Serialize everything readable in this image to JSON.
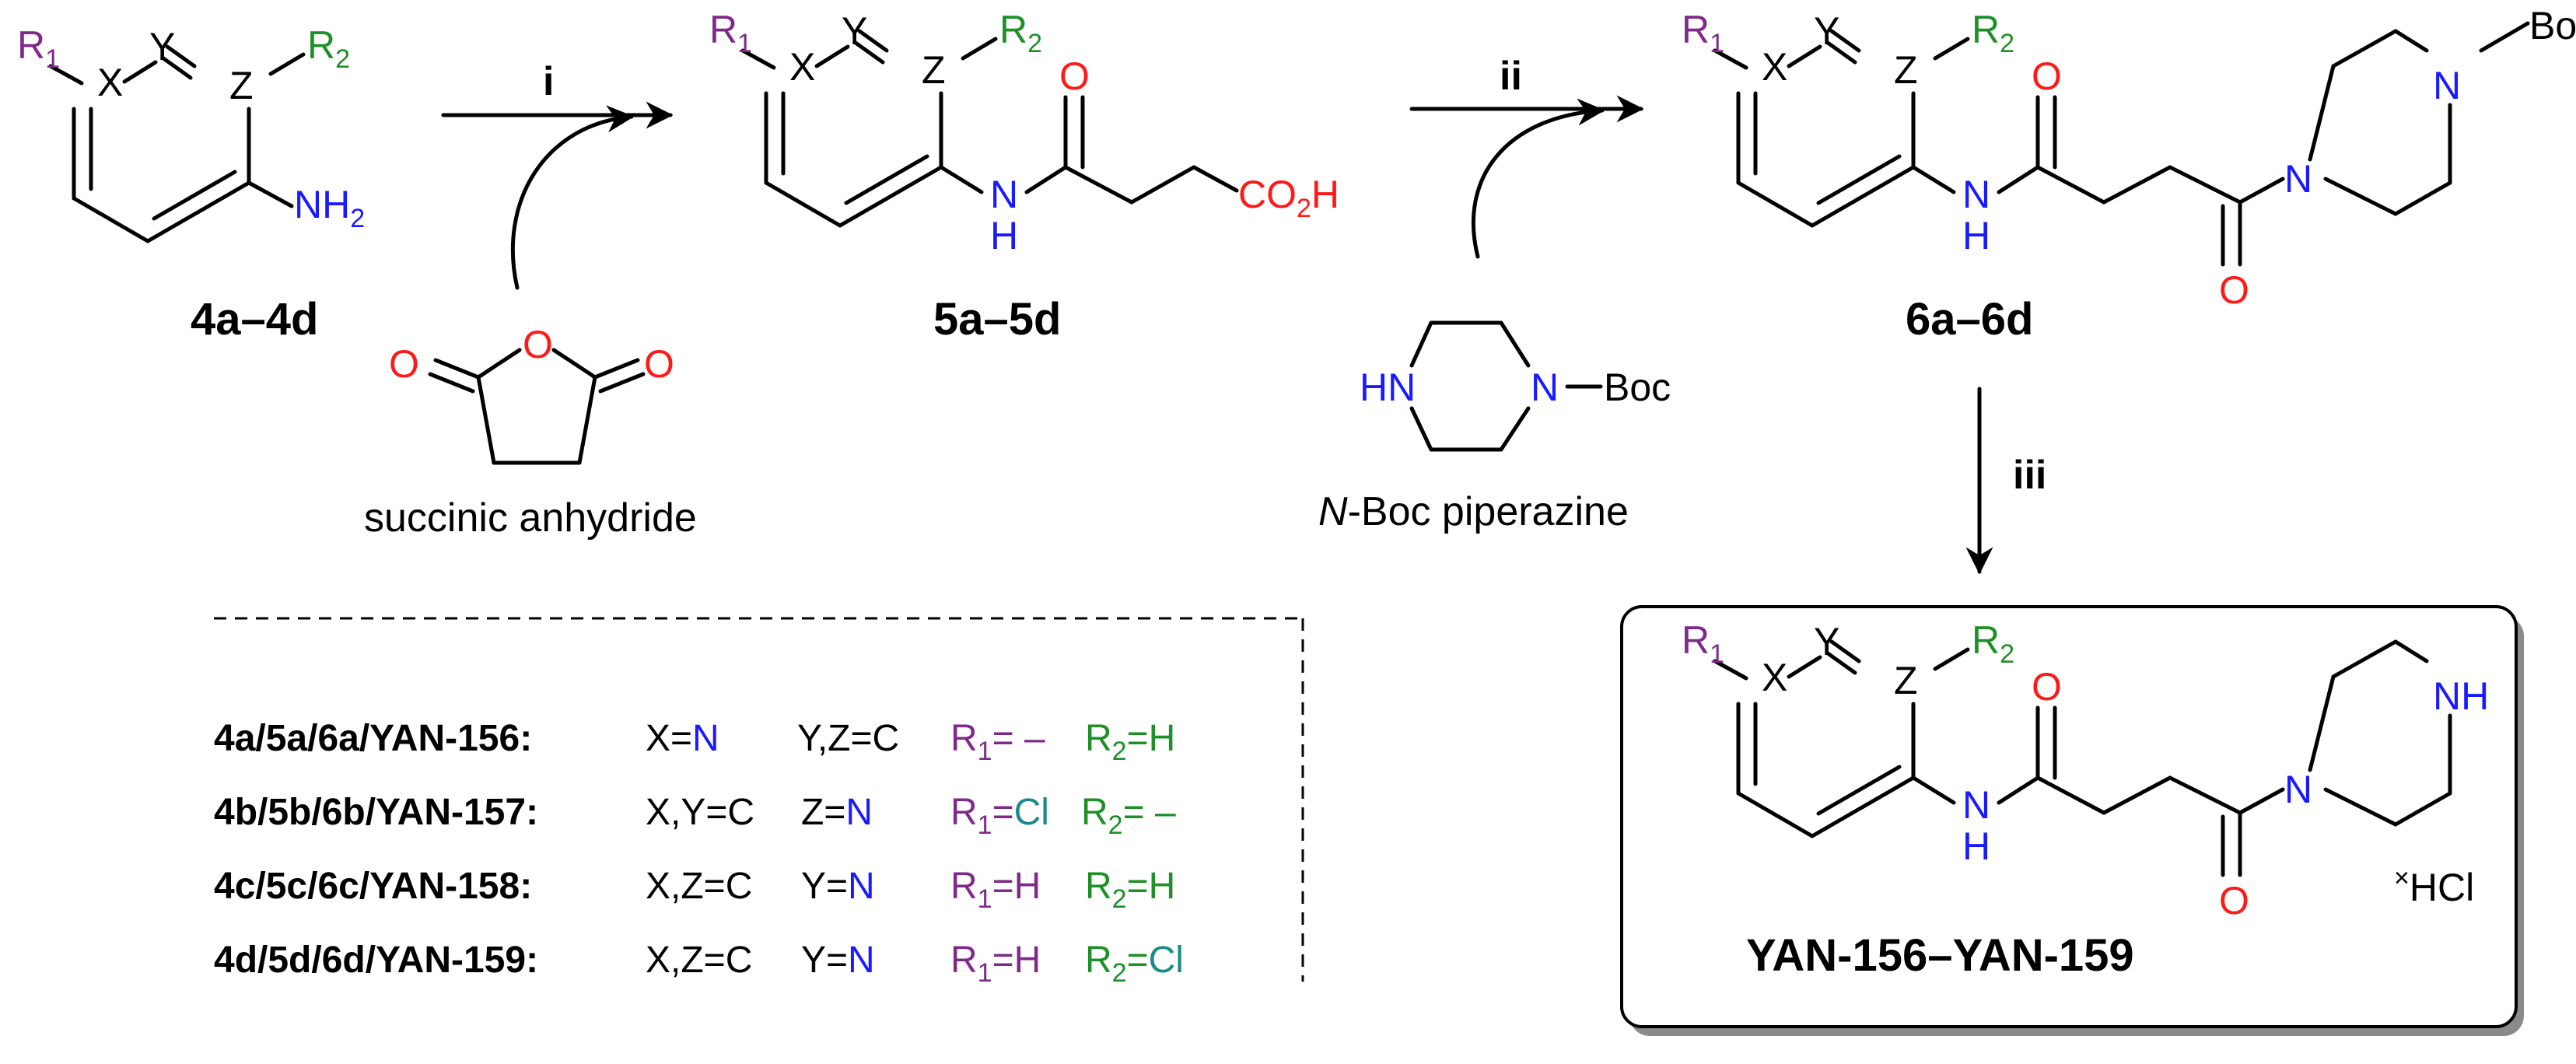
{
  "colors": {
    "black": "#000000",
    "purple": "#7f2a8a",
    "green": "#1f8f28",
    "blue": "#1a1aff",
    "red": "#ff1a1a",
    "teal": "#1a8a8a"
  },
  "atoms": {
    "R": "R",
    "r1_sub": "1",
    "r2_sub": "2",
    "X": "X",
    "Y": "Y",
    "Z": "Z",
    "N": "N",
    "H": "H",
    "NH": "NH",
    "HN": "HN",
    "NH2": "NH",
    "sub2": "2",
    "O": "O",
    "CO": "CO",
    "OH_H": "H",
    "Boc": "Boc",
    "HCl_x": "×",
    "HCl": "HCl"
  },
  "compounds": {
    "c4": "4a–4d",
    "c5": "5a–5d",
    "c6": "6a–6d",
    "final": "YAN-156–YAN-159"
  },
  "steps": {
    "i": "i",
    "ii": "ii",
    "iii": "iii"
  },
  "reagents": {
    "anhydride": "succinic anhydride",
    "piperazine_italic": "N",
    "piperazine_rest": "-Boc piperazine"
  },
  "table": {
    "rows": [
      {
        "id": "4a/5a/6a/YAN-156",
        "colon": ":",
        "x_text": "X=",
        "x_n": "N",
        "yz_text": "Y,Z=C",
        "yz_n": "",
        "r1_val": "= –",
        "r1_cl": "",
        "r2_val": "=H",
        "r2_cl": ""
      },
      {
        "id": "4b/5b/6b/YAN-157",
        "colon": ":",
        "x_text": "X,Y=C",
        "x_n": "",
        "yz_text": "Z=",
        "yz_n": "N",
        "r1_val": "=",
        "r1_cl": "Cl",
        "r2_val": "= –",
        "r2_cl": ""
      },
      {
        "id": "4c/5c/6c/YAN-158",
        "colon": ":",
        "x_text": "X,Z=C",
        "x_n": "",
        "yz_text": "Y=",
        "yz_n": "N",
        "r1_val": "=H",
        "r1_cl": "",
        "r2_val": "=H",
        "r2_cl": ""
      },
      {
        "id": "4d/5d/6d/YAN-159",
        "colon": ":",
        "x_text": "X,Z=C",
        "x_n": "",
        "yz_text": "Y=",
        "yz_n": "N",
        "r1_val": "=H",
        "r1_cl": "",
        "r2_val": "=",
        "r2_cl": "Cl"
      }
    ]
  }
}
